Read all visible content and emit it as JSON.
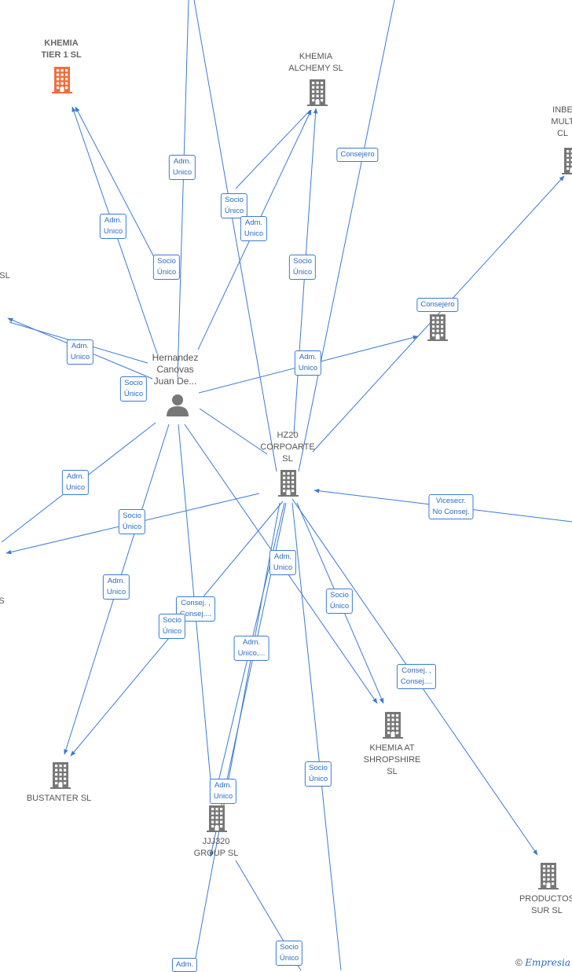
{
  "colors": {
    "edge": "#3a7bd5",
    "building": "#777777",
    "building_highlight": "#f26d3d",
    "person": "#777777"
  },
  "nodes": [
    {
      "id": "khemia-tier1",
      "label": "KHEMIA\nTIER 1  SL",
      "icon": "building-icon",
      "highlight": true
    },
    {
      "id": "khemia-alchemy",
      "label": "KHEMIA\nALCHEMY  SL",
      "icon": "building-icon"
    },
    {
      "id": "inbe",
      "label": "INBE\nMULT\nCL",
      "icon": "building-icon"
    },
    {
      "id": "left-sl",
      "label": "SL",
      "icon": ""
    },
    {
      "id": "left-s",
      "label": "S",
      "icon": ""
    },
    {
      "id": "hernandez",
      "label": "Hernandez\nCanovas\nJuan De...",
      "icon": "person-icon"
    },
    {
      "id": "consejero-co",
      "label": "",
      "icon": "building-icon"
    },
    {
      "id": "hz20",
      "label": "HZ20\nCORPOARTE\nSL",
      "icon": "building-icon"
    },
    {
      "id": "shropshire",
      "label": "KHEMIA AT\nSHROPSHIRE\nSL",
      "icon": "building-icon"
    },
    {
      "id": "bustanter",
      "label": "BUSTANTER  SL",
      "icon": "building-icon"
    },
    {
      "id": "jjj320",
      "label": "JJJ320\nGROUP  SL",
      "icon": "building-icon"
    },
    {
      "id": "productos",
      "label": "PRODUCTOS\nSUR  SL",
      "icon": "building-icon"
    }
  ],
  "edge_labels": [
    "Adm.\nUnico",
    "Adm.\nUnico",
    "Socio\nÚnico",
    "Socio\nÚnico",
    "Adm.\nUnico",
    "Consejero",
    "Socio\nÚnico",
    "Consejero",
    "Adm.\nUnico",
    "Socio\nÚnico",
    "Adm.\nUnico",
    "Adm.\nUnico",
    "Socio\nÚnico",
    "Vicesecr.\nNo Consej.",
    "Adm.\nUnico",
    "Adm.\nUnico",
    "Consej. ,\nConsej....",
    "Socio\nÚnico",
    "Socio\nÚnico",
    "Adm.\nUnico,...",
    "Consej. ,\nConsej....",
    "Socio\nÚnico",
    "Adm.\nUnico",
    "Socio\nÚnico",
    "Adm."
  ],
  "footer": {
    "symbol": "©",
    "brand": "Empresia"
  }
}
